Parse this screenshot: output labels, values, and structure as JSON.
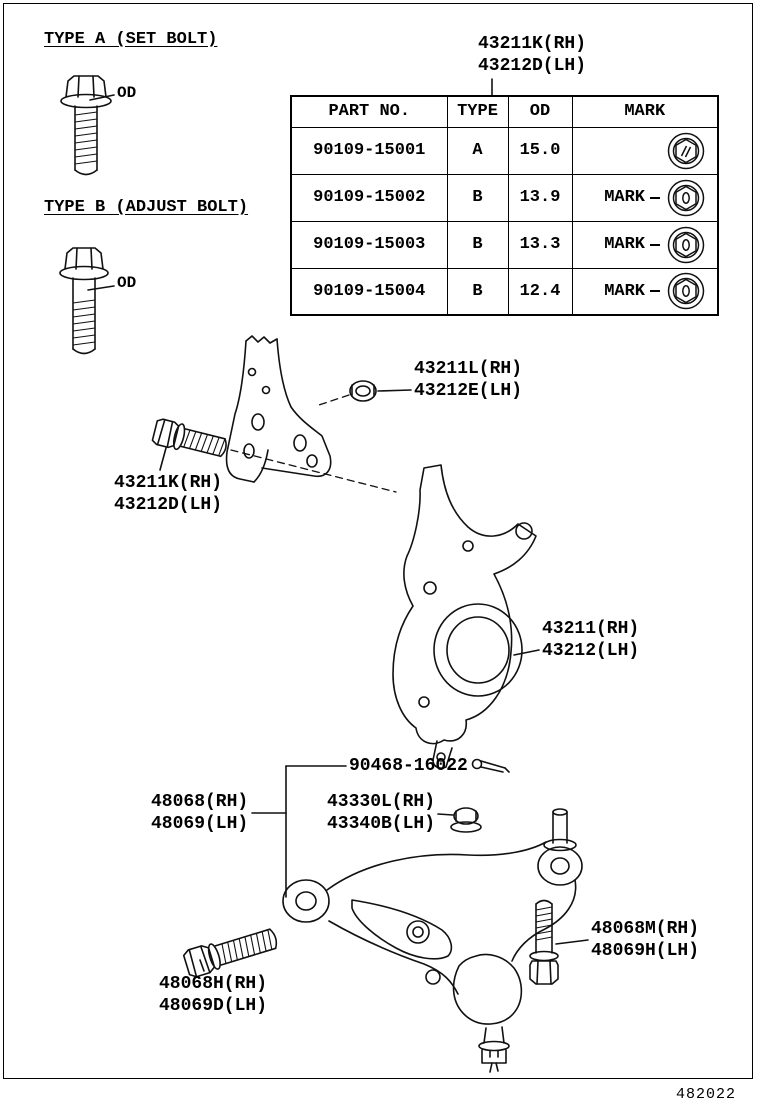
{
  "page": {
    "footer_code": "482022"
  },
  "legend": {
    "type_a_label": "TYPE A (SET BOLT)",
    "type_b_label": "TYPE B (ADJUST BOLT)",
    "od_label_a": "OD",
    "od_label_b": "OD"
  },
  "table": {
    "headers": [
      "PART NO.",
      "TYPE",
      "OD",
      "MARK"
    ],
    "rows": [
      {
        "part_no": "90109-15001",
        "type": "A",
        "od": "15.0",
        "mark_label": "",
        "mark_icon": "hex-head-slash-mark-icon"
      },
      {
        "part_no": "90109-15002",
        "type": "B",
        "od": "13.9",
        "mark_label": "MARK",
        "mark_icon": "hex-head-zero-mark-icon"
      },
      {
        "part_no": "90109-15003",
        "type": "B",
        "od": "13.3",
        "mark_label": "MARK",
        "mark_icon": "hex-head-zero-mark-icon"
      },
      {
        "part_no": "90109-15004",
        "type": "B",
        "od": "12.4",
        "mark_label": "MARK",
        "mark_icon": "hex-head-zero-mark-icon"
      }
    ]
  },
  "callouts": {
    "table_ref": {
      "line1": "43211K(RH)",
      "line2": "43212D(LH)"
    },
    "strut_nut": {
      "line1": "43211L(RH)",
      "line2": "43212E(LH)"
    },
    "knuckle_bolt": {
      "line1": "43211K(RH)",
      "line2": "43212D(LH)"
    },
    "knuckle": {
      "line1": "43211(RH)",
      "line2": "43212(LH)"
    },
    "clip": {
      "line1": "90468-16022"
    },
    "lower_arm": {
      "line1": "48068(RH)",
      "line2": "48069(LH)"
    },
    "balljoint_nut": {
      "line1": "43330L(RH)",
      "line2": "43340B(LH)"
    },
    "arm_rear_bolt": {
      "line1": "48068M(RH)",
      "line2": "48069H(LH)"
    },
    "arm_front_bolt": {
      "line1": "48068H(RH)",
      "line2": "48069D(LH)"
    }
  }
}
